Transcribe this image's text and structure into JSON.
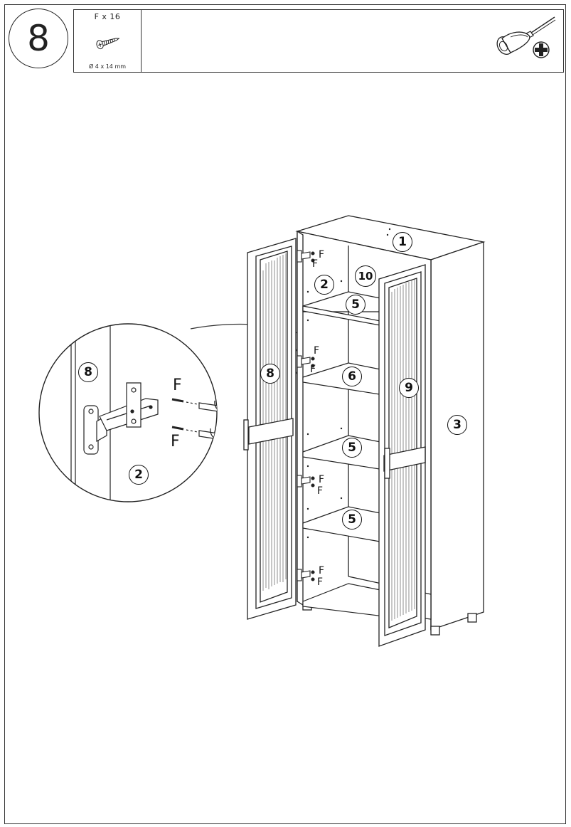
{
  "step": {
    "number": "8"
  },
  "hardware": {
    "label": "F x 16",
    "size": "Ø 4 x 14  mm",
    "icon": "screw-icon"
  },
  "tool": {
    "icon": "phillips-screwdriver-icon"
  },
  "callouts": {
    "part_1": "1",
    "part_2": "2",
    "part_3": "3",
    "part_5a": "5",
    "part_5b": "5",
    "part_5c": "5",
    "part_6": "6",
    "part_8": "8",
    "part_9": "9",
    "part_10": "10",
    "detail_part_8": "8",
    "detail_part_2": "2"
  },
  "fastener_letter": "F"
}
